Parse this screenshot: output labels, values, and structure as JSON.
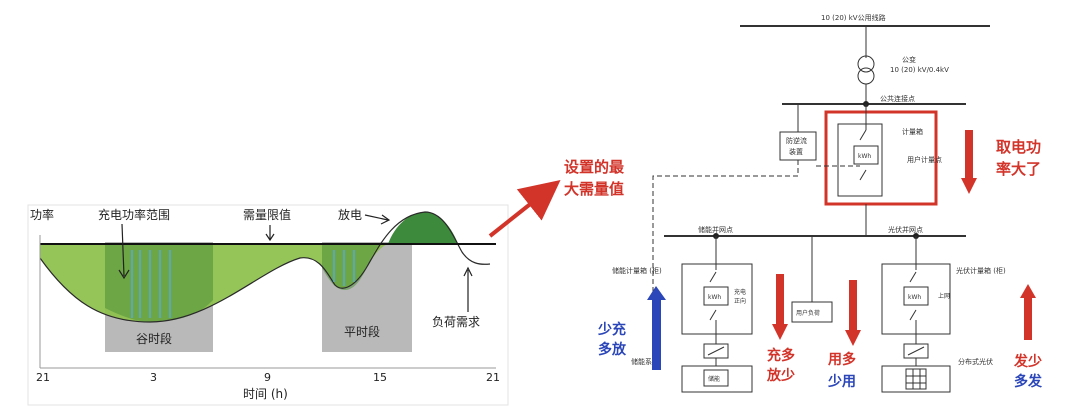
{
  "left_chart": {
    "y_axis_label": "功率",
    "x_axis_label": "时间 (h)",
    "x_ticks": [
      "21",
      "3",
      "9",
      "15",
      "21"
    ],
    "annotations": {
      "charge_range": "充电功率范围",
      "demand_limit": "需量限值",
      "discharge": "放电",
      "load_demand": "负荷需求",
      "valley": "谷时段",
      "flat": "平时段"
    }
  },
  "callouts": {
    "max_demand": "设置的最\n大需量值",
    "power_too_high": "取电功\n率大了",
    "storage": "少充\n多放",
    "charge_more": "充多\n放少",
    "use_more": "用多\n少用",
    "pv_more": "发少\n多发"
  },
  "schematic": {
    "line_label": "10 (20) kV公用线路",
    "transformer_label": "公变",
    "transformer_rating": "10 (20) kV/0.4kV",
    "pcc": "公共连接点",
    "anti_backflow_1": "防逆流",
    "anti_backflow_2": "装置",
    "meter_box": "计量箱",
    "user_meter_point": "用户计量点",
    "kwh": "kWh",
    "storage_grid_point": "储能并网点",
    "pv_grid_point": "光伏并网点",
    "storage_meter_box": "储能计量箱 (柜)",
    "pv_meter_box": "光伏计量箱 (柜)",
    "charge_dir_1": "充电",
    "charge_dir_2": "正向",
    "pv_upnet": "上网",
    "user_load": "用户负荷",
    "storage_system": "储能系统",
    "storage": "储能",
    "distributed_pv": "分布式光伏"
  },
  "colors": {
    "green_light": "#8cc04a",
    "green_dark": "#3e8a3c",
    "gray_band": "#b9b9b9",
    "red": "#d2342a",
    "blue": "#2b46b8"
  }
}
